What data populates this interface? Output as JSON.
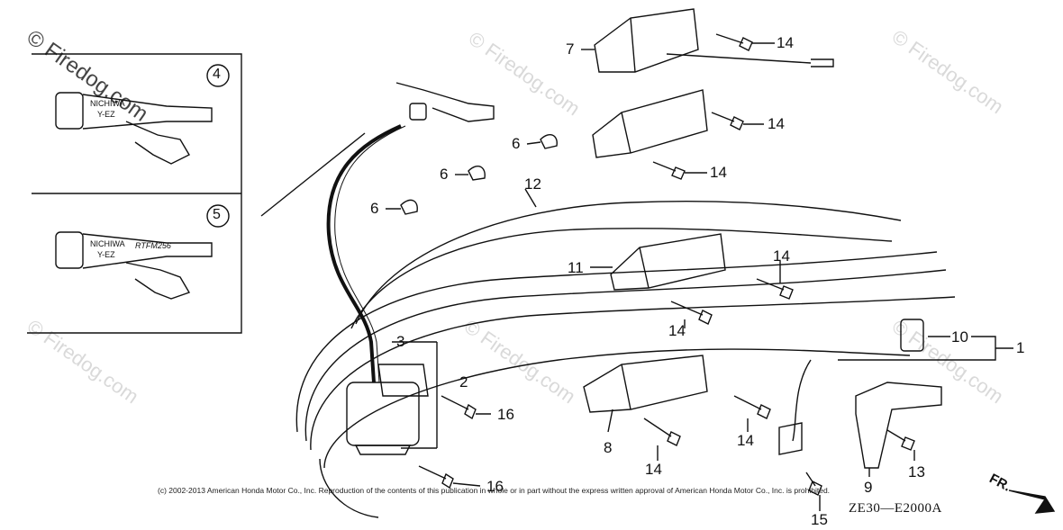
{
  "watermark": {
    "main": "© Firedog.com",
    "repeat": "© Firedog.com"
  },
  "inset": {
    "panel_4": {
      "index": "4",
      "brand": "NICHIWA",
      "model": "Y-EZ"
    },
    "panel_5": {
      "index": "5",
      "brand": "NICHIWA",
      "model": "Y-EZ",
      "extra": "RTFM256"
    }
  },
  "callouts": {
    "c1": "1",
    "c2": "2",
    "c3": "3",
    "c6": "6",
    "c7": "7",
    "c8": "8",
    "c9": "9",
    "c10": "10",
    "c11": "11",
    "c12": "12",
    "c13": "13",
    "c14": "14",
    "c15": "15",
    "c16": "16"
  },
  "footer": {
    "copyright": "(c) 2002-2013 American Honda Motor Co., Inc. Reproduction of the contents of this publication in whole or in part without the express written approval of American Honda Motor Co., Inc. is prohibited.",
    "code": "ZE30—E2000A",
    "direction": "FR."
  },
  "colors": {
    "line": "#111111",
    "watermark": "#d9d9d9"
  }
}
